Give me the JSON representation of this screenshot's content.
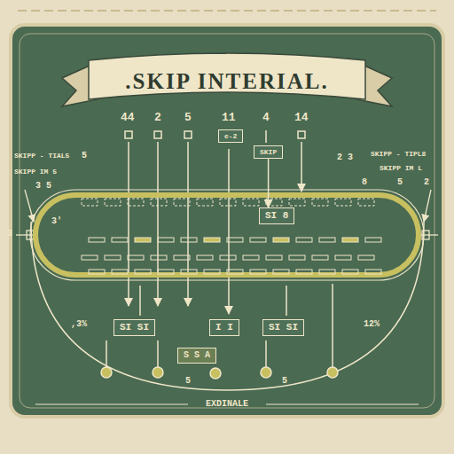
{
  "diagram": {
    "title": ".SKIP INTERIAL.",
    "nodes": [
      {
        "text": [
          "e-2"
        ]
      },
      {
        "text": [
          "SKIP"
        ]
      },
      {
        "text": [
          "SI 8"
        ]
      },
      {
        "text": [
          "SI SI"
        ]
      },
      {
        "text": [
          "I I"
        ]
      },
      {
        "text": [
          "SI SI"
        ]
      },
      {
        "text": [
          "S S A"
        ]
      }
    ],
    "edges": [
      {
        "from": 1,
        "to": 2,
        "arrow": "to"
      }
    ],
    "labels": [
      "44",
      "2",
      "5",
      "11",
      "4",
      "14",
      "SKIPP - TIAL5",
      "5",
      "SKIPP IM 5",
      "3 5",
      "2 3",
      "SKIPP - TIPL8",
      "SKIPP IM L",
      "8",
      "5",
      "2",
      "3",
      "3'",
      ",3%",
      "12%",
      "5",
      "5",
      "EXDINALE"
    ]
  }
}
